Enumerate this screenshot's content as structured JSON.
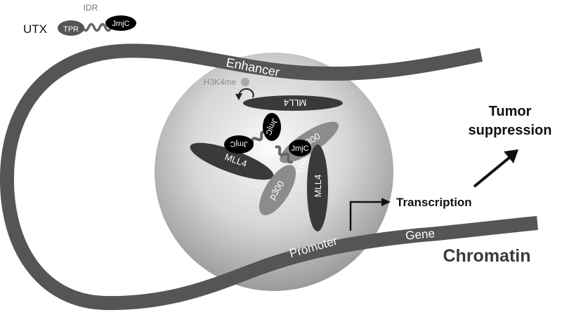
{
  "utx": {
    "label": "UTX",
    "idr_label": "IDR",
    "tpr_label": "TPR",
    "jmjc_label": "JmjC"
  },
  "chromatin": {
    "enhancer_label": "Enhancer",
    "promoter_label": "Promoter",
    "gene_label": "Gene",
    "title": "Chromatin"
  },
  "condensate": {
    "h3k4me_label": "H3K4me",
    "mll4_label": "MLL4",
    "p300_label": "p300",
    "jmjc_label": "JmjC",
    "tpr_label": "TPR"
  },
  "outcome": {
    "transcription_label": "Transcription",
    "tumor_line1": "Tumor",
    "tumor_line2": "suppression"
  },
  "colors": {
    "chromatin_fiber": "#555555",
    "condensate_center": "#fafafa",
    "condensate_edge": "#9a9a9a",
    "mll4": "#3a3a3a",
    "p300": "#8c8c8c",
    "jmjc": "#000000",
    "idr": "#666666",
    "h3k4me": "#a8a8a8"
  }
}
